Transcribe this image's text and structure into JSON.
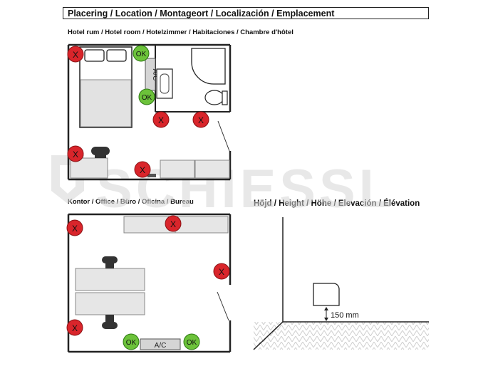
{
  "header": {
    "title": "Placering / Location / Montageort / Localización / Emplacement"
  },
  "hotel": {
    "label": "Hotel rum / Hotel room / Hotelzimmer / Habitaciones / Chambre d'hôtel",
    "ac_label": "A/C"
  },
  "office": {
    "label": "Kontor / Office / Büro / Oficina / Bureau",
    "ac_label": "A/C"
  },
  "height": {
    "label": "Höjd / Height / Höhe / Elevación / Élévation",
    "measure": "150 mm"
  },
  "markers": {
    "ok": "OK",
    "no": "X"
  },
  "watermark": "SCHIESSL",
  "colors": {
    "ok": "#6cc23a",
    "no": "#d9252b",
    "line": "#222222",
    "furniture": "#e6e6e6"
  }
}
